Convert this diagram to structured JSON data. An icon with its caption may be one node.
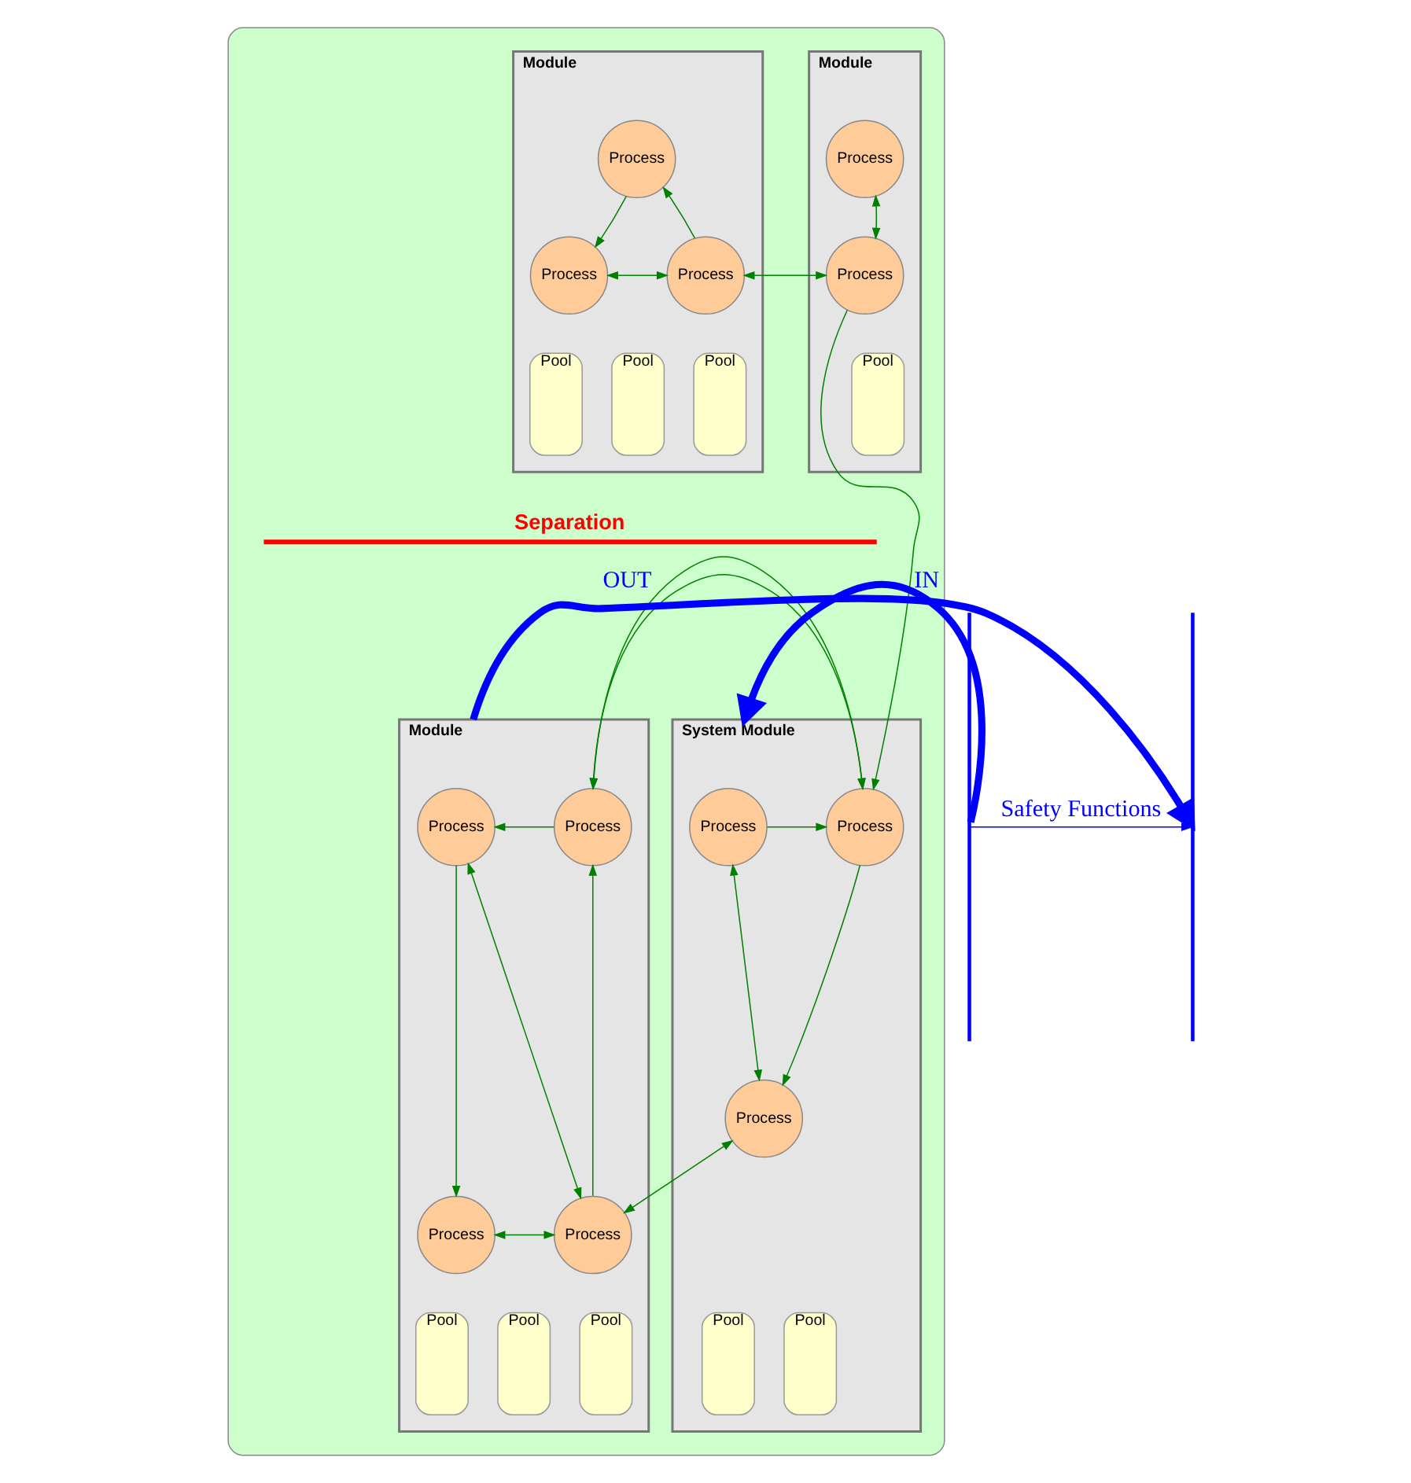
{
  "diagram": {
    "nodes": [
      {
        "text": [],
        "shape": "box"
      },
      {
        "text": [
          "Module"
        ],
        "in": 0
      },
      {
        "text": [
          "Process"
        ],
        "in": 1
      },
      {
        "text": [
          "Process"
        ],
        "in": 1
      },
      {
        "text": [
          "Pool"
        ],
        "in": 1
      },
      {
        "text": [
          "Module"
        ],
        "in": 0
      },
      {
        "text": [
          "Process"
        ],
        "in": 5
      },
      {
        "text": [
          "Process"
        ],
        "in": 5
      },
      {
        "text": [
          "Process"
        ],
        "in": 5
      },
      {
        "text": [
          "Pool"
        ],
        "in": 5
      },
      {
        "text": [
          "Pool"
        ],
        "in": 5
      },
      {
        "text": [
          "Pool"
        ],
        "in": 5
      },
      {
        "text": [
          "System Module"
        ],
        "in": 0
      },
      {
        "text": [
          "Process"
        ],
        "in": 12
      },
      {
        "text": [
          "Process"
        ],
        "in": 12
      },
      {
        "text": [
          "Process"
        ],
        "in": 12
      },
      {
        "text": [
          "Pool"
        ],
        "in": 12
      },
      {
        "text": [
          "Pool"
        ],
        "in": 12
      },
      {
        "text": [
          "Module"
        ],
        "in": 0
      },
      {
        "text": [
          "Process"
        ],
        "in": 18
      },
      {
        "text": [
          "Process"
        ],
        "in": 18
      },
      {
        "text": [
          "Process"
        ],
        "in": 18
      },
      {
        "text": [
          "Process"
        ],
        "in": 18
      },
      {
        "text": [
          "Pool"
        ],
        "in": 18
      },
      {
        "text": [
          "Pool"
        ],
        "in": 18
      },
      {
        "text": [
          "Pool"
        ],
        "in": 18
      },
      {
        "text": [],
        "shape": "bar"
      },
      {
        "text": [],
        "shape": "bar"
      }
    ],
    "edges": [
      {
        "from": 2,
        "to": 3,
        "arrow": "both"
      },
      {
        "from": 3,
        "to": 7,
        "arrow": "both"
      },
      {
        "from": 7,
        "to": 6,
        "arrow": "to"
      },
      {
        "from": 6,
        "to": 8,
        "arrow": "to"
      },
      {
        "from": 7,
        "to": 8,
        "arrow": "both"
      },
      {
        "from": 3,
        "to": 14,
        "arrow": "to"
      },
      {
        "from": 13,
        "to": 14,
        "arrow": "to"
      },
      {
        "from": 13,
        "to": 15,
        "arrow": "both"
      },
      {
        "from": 14,
        "to": 15,
        "arrow": "to"
      },
      {
        "from": 14,
        "to": 19,
        "arrow": "both"
      },
      {
        "from": 15,
        "to": 21,
        "arrow": "both"
      },
      {
        "from": 19,
        "to": 20,
        "arrow": "to"
      },
      {
        "from": 21,
        "to": 19,
        "arrow": "to"
      },
      {
        "from": 20,
        "to": 21,
        "arrow": "both"
      },
      {
        "from": 20,
        "to": 22,
        "arrow": "to"
      },
      {
        "from": 21,
        "to": 22,
        "arrow": "both"
      },
      {
        "from": 26,
        "to": 12,
        "arrow": "to",
        "label": "IN",
        "style": "thick",
        "color": "#0000ff"
      },
      {
        "from": 18,
        "to": 27,
        "arrow": "to",
        "label": "OUT",
        "style": "thick",
        "color": "#0000ff"
      },
      {
        "from": 26,
        "to": 27,
        "arrow": "to",
        "label": "Safety Functions",
        "color": "#0000ff"
      }
    ],
    "labels": [
      "Separation"
    ]
  }
}
